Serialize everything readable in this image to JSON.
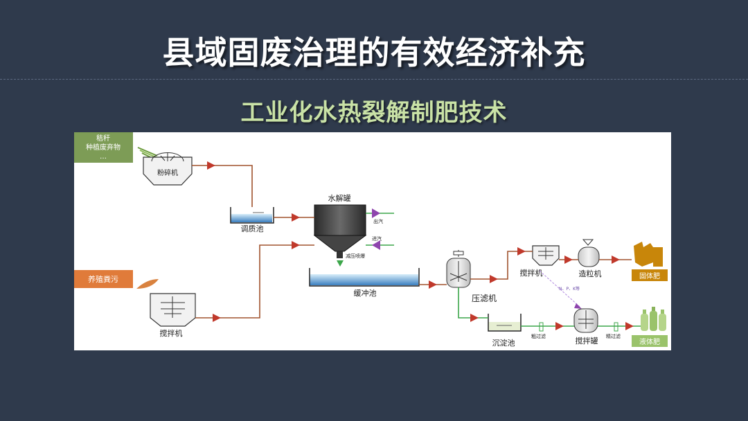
{
  "slide": {
    "title": "县域固废治理的有效经济补充",
    "subtitle": "工业化水热裂解制肥技术"
  },
  "diagram": {
    "input_straw_line1": "秸秆",
    "input_straw_line2": "种植废弃物",
    "input_straw_line3": "…",
    "input_manure": "养殖粪污",
    "crusher": "粉碎机",
    "conditioning_tank": "调质池",
    "hydrolysis_tank": "水解罐",
    "steam_out": "出汽",
    "steam_in": "进汽",
    "flash_discharge": "减压喷爆",
    "buffer_tank": "缓冲池",
    "mixer_left": "搅拌机",
    "filter_press": "压滤机",
    "mixer_top": "搅拌机",
    "granulator": "造粒机",
    "solid_fertilizer": "固体肥",
    "npk": "N、P、K等",
    "sedimentation_tank": "沉淀池",
    "coarse_filter": "粗过滤",
    "mixing_tank": "搅拌罐",
    "fine_filter": "精过滤",
    "liquid_fertilizer": "液体肥"
  },
  "colors": {
    "background": "#2f3a4c",
    "title": "#ffffff",
    "subtitle": "#c9e2a6",
    "pipe": "#a0522d",
    "arrow": "#c0392b",
    "liquid_pipe": "#3ca64a",
    "steam": "#8e44ad",
    "input_green": "#7d9c56",
    "input_orange": "#e07b3a",
    "product": "#c8860a",
    "product_liquid": "#9ac36b"
  }
}
